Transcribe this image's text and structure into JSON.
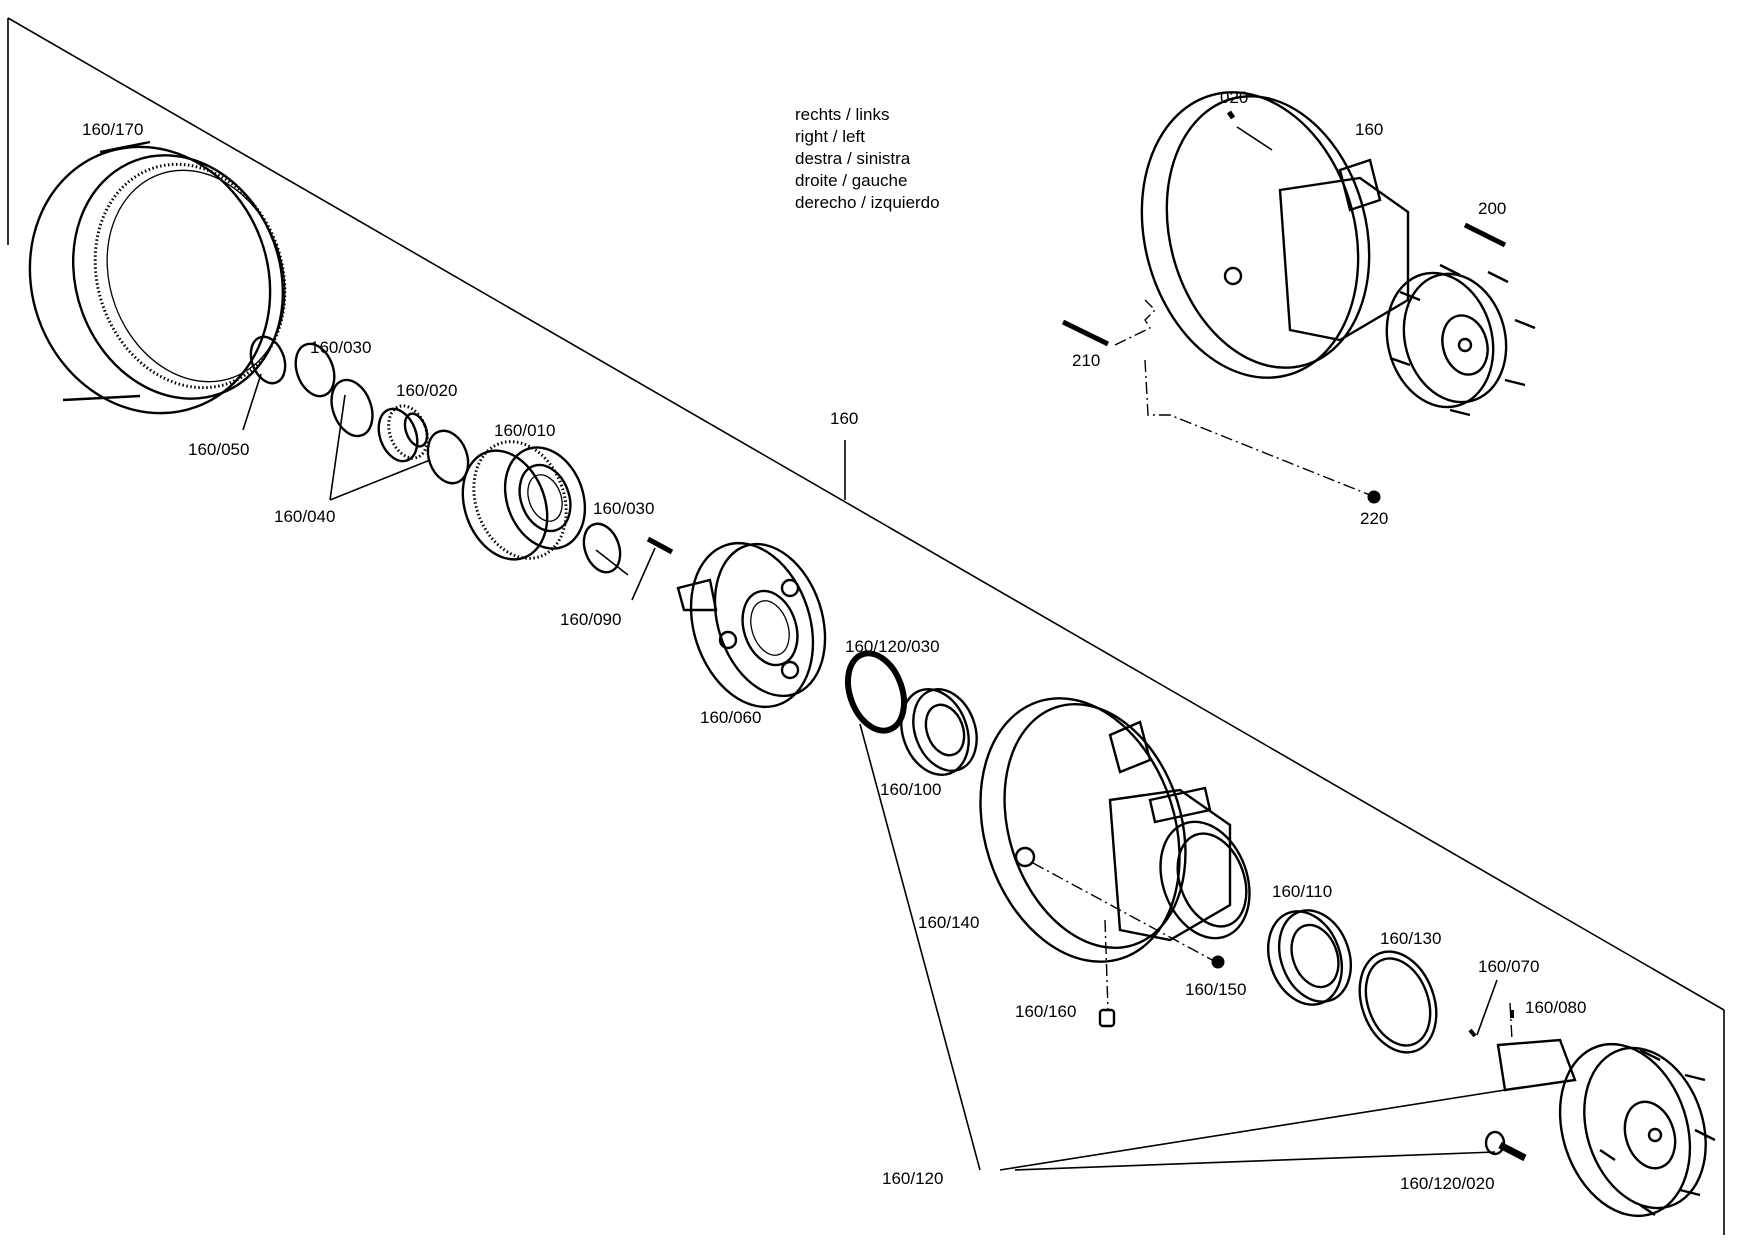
{
  "legend": {
    "lines": [
      "rechts / links",
      "right / left",
      "destra / sinistra",
      "droite / gauche",
      "derecho / izquierdo"
    ]
  },
  "callouts": {
    "c160_170": "160/170",
    "c160_030a": "160/030",
    "c160_050": "160/050",
    "c160_020": "160/020",
    "c160_040": "160/040",
    "c160_010": "160/010",
    "c160_030b": "160/030",
    "c160_090": "160/090",
    "c160_060": "160/060",
    "c160": "160",
    "c160_120_030": "160/120/030",
    "c160_100": "160/100",
    "c160_140": "160/140",
    "c160_110": "160/110",
    "c160_130": "160/130",
    "c160_150": "160/150",
    "c160_160": "160/160",
    "c160_070": "160/070",
    "c160_080": "160/080",
    "c160_120": "160/120",
    "c160_120_020": "160/120/020",
    "c020": "020",
    "c160_top": "160",
    "c200": "200",
    "c210": "210",
    "c220": "220"
  }
}
